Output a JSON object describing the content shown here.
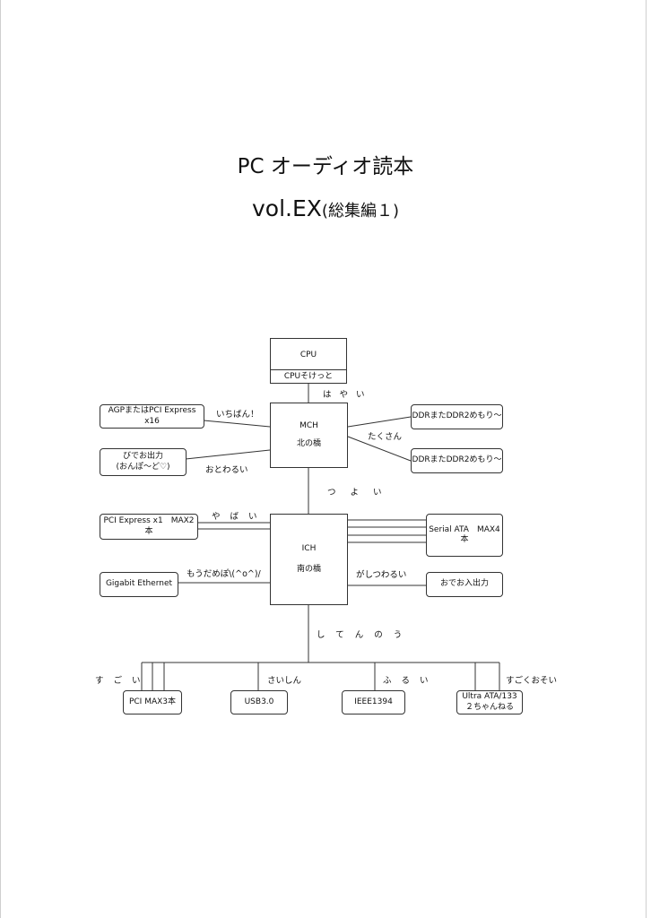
{
  "page": {
    "title": "PC オーディオ読本",
    "subtitle_main": "vol.EX",
    "subtitle_paren": "(総集編１)"
  },
  "diagram": {
    "cpu": {
      "label": "CPU",
      "socket": "CPUそけっと"
    },
    "mch": {
      "label": "MCH",
      "sublabel": "北の橋"
    },
    "ich": {
      "label": "ICH",
      "sublabel": "南の橋"
    },
    "agp": {
      "label": "AGPまたはPCI Express x16"
    },
    "video_out": {
      "line1": "びでお出力",
      "line2": "(おんぽ～ど♡)"
    },
    "ddr1": {
      "label": "DDRまたDDR2めもり～"
    },
    "ddr2": {
      "label": "DDRまたDDR2めもり～"
    },
    "pcie_x1": {
      "label": "PCI Express x1　MAX2本"
    },
    "gigabit": {
      "label": "Gigabit Ethernet"
    },
    "sata": {
      "label": "Serial ATA　MAX4本"
    },
    "audio": {
      "label": "おでお入出力"
    },
    "pci": {
      "label": "PCI MAX3本"
    },
    "usb": {
      "label": "USB3.0"
    },
    "ieee": {
      "label": "IEEE1394"
    },
    "ultra_ata": {
      "line1": "Ultra ATA/133",
      "line2": "２ちゃんねる"
    },
    "annotations": {
      "fsb": "はやい",
      "agp_link": "いちばん！",
      "video_link": "おとわるい",
      "memory_link": "たくさん",
      "hub_link": "つよい",
      "pcie_link": "やばい",
      "gigabit_link": "もうだめぽ\\(^o^)/",
      "audio_link": "がしつわるい",
      "bus": "してんのう",
      "pci_link": "すごい",
      "usb_link": "さいしん",
      "ieee_link": "ふるい",
      "ata_link": "すごくおそい"
    }
  }
}
